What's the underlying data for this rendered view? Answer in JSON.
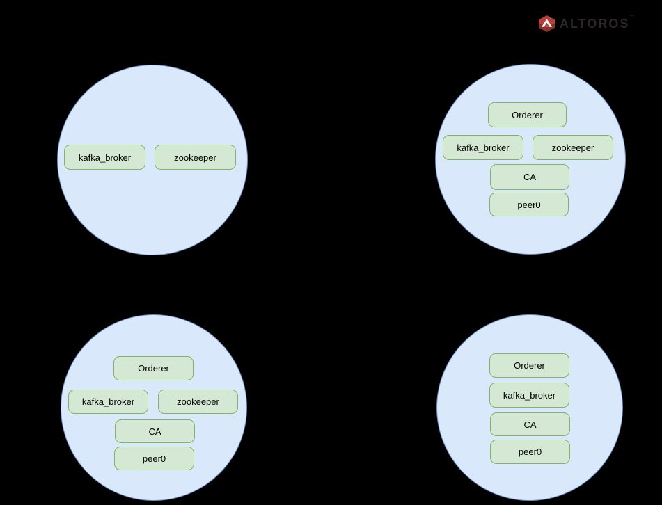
{
  "canvas": {
    "background_color": "#000000",
    "description": "Hyperledger Fabric network diagram: four organization circles with docker containers"
  },
  "logo": {
    "brand": "ALTOROS",
    "trademark": "™",
    "hexagon_color": "#b5413c",
    "hexagon_shadow_color": "#8c322d",
    "mark_color": "#ffffff",
    "text_color": "#2c2628"
  },
  "palette": {
    "circle_fill": "#dae8fc",
    "circle_stroke": "#6c8ebf",
    "node_fill": "#d5e8d4",
    "node_stroke": "#82b366",
    "node_text": "#000000"
  },
  "clusters": [
    {
      "name": "top-left",
      "nodes": [
        {
          "label": "kafka_broker"
        },
        {
          "label": "zookeeper"
        }
      ]
    },
    {
      "name": "top-right",
      "nodes": [
        {
          "label": "Orderer"
        },
        {
          "label": "kafka_broker"
        },
        {
          "label": "zookeeper"
        },
        {
          "label": "CA"
        },
        {
          "label": "peer0"
        }
      ]
    },
    {
      "name": "bottom-left",
      "nodes": [
        {
          "label": "Orderer"
        },
        {
          "label": "kafka_broker"
        },
        {
          "label": "zookeeper"
        },
        {
          "label": "CA"
        },
        {
          "label": "peer0"
        }
      ]
    },
    {
      "name": "bottom-right",
      "nodes": [
        {
          "label": "Orderer"
        },
        {
          "label": "kafka_broker"
        },
        {
          "label": "CA"
        },
        {
          "label": "peer0"
        }
      ]
    }
  ]
}
